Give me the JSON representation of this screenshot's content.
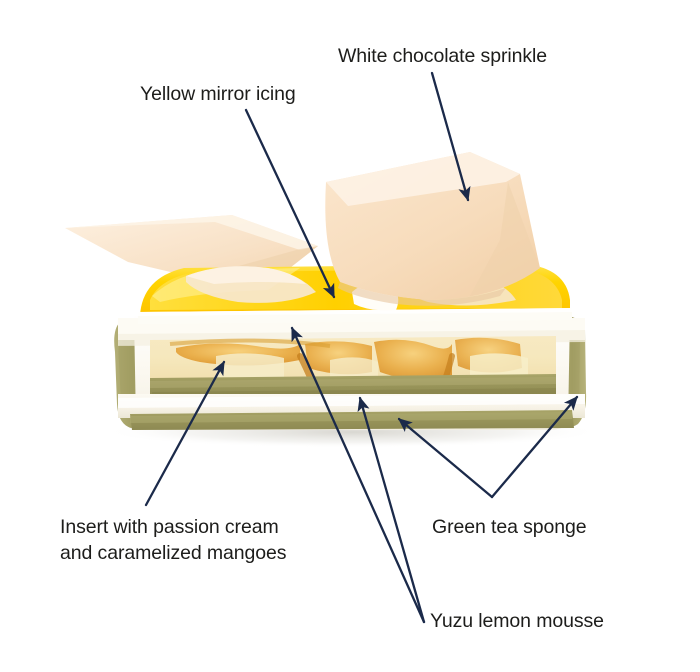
{
  "figure": {
    "kind": "annotated-photo-diagram",
    "subject": "Layered entremet cake cross-section",
    "background_color": "#ffffff",
    "leader_line_color": "#1b2a4a",
    "label_text_color": "#1d1d1b"
  },
  "callouts": [
    {
      "id": "white-chocolate-sprinkle",
      "label": "White chocolate sprinkle",
      "align": "left",
      "lines": 1
    },
    {
      "id": "yellow-mirror-icing",
      "label": "Yellow mirror icing",
      "align": "left",
      "lines": 1
    },
    {
      "id": "insert-passion-cream",
      "label": "Insert with passion cream and caramelized mangoes",
      "label_line_1": "Insert with passion cream",
      "label_line_2": "and caramelized mangoes",
      "align": "left",
      "lines": 2
    },
    {
      "id": "green-tea-sponge",
      "label": "Green tea sponge",
      "align": "left",
      "lines": 1
    },
    {
      "id": "yuzu-lemon-mousse",
      "label": "Yuzu lemon mousse",
      "align": "left",
      "lines": 1
    }
  ],
  "cake_layers": [
    {
      "name": "white-chocolate-sheet-left",
      "color": "#f6ddc0"
    },
    {
      "name": "white-chocolate-sheet-right",
      "color": "#f8e2c8"
    },
    {
      "name": "yellow-mirror-glaze",
      "color": "#ffd100"
    },
    {
      "name": "yuzu-lemon-mousse-top",
      "color": "#fbf8ef"
    },
    {
      "name": "passion-cream-insert",
      "color": "#f4e6b8"
    },
    {
      "name": "caramelized-mango",
      "color": "#e8a33d"
    },
    {
      "name": "green-tea-sponge-mid",
      "color": "#9b9a5e"
    },
    {
      "name": "yuzu-lemon-mousse-bottom",
      "color": "#fbf8ef"
    },
    {
      "name": "green-tea-sponge-base",
      "color": "#9b9a5e"
    },
    {
      "name": "green-tea-sponge-side",
      "color": "#a6a265"
    }
  ]
}
